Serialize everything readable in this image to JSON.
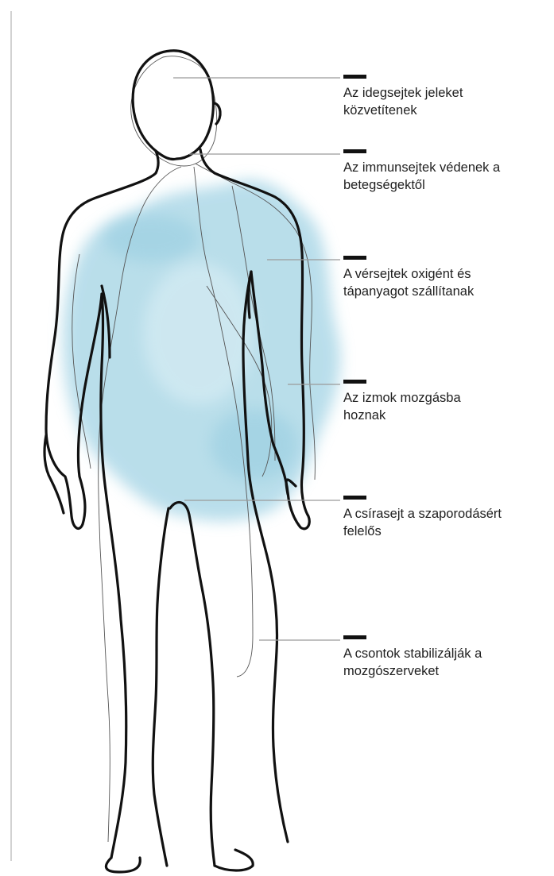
{
  "labels": [
    {
      "key": "nerve",
      "text": "Az idegsejtek jeleket\nközvetítenek"
    },
    {
      "key": "immune",
      "text": "Az immunsejtek védenek a\nbetegségektől"
    },
    {
      "key": "blood",
      "text": "A vérsejtek oxigént és\ntápanyagot szállítanak"
    },
    {
      "key": "muscle",
      "text": "Az izmok mozgásba\nhoznak"
    },
    {
      "key": "germ",
      "text": "A csírasejt a szaporodásért\nfelelős"
    },
    {
      "key": "bone",
      "text": "A csontok stabilizálják a\nmozgószerveket"
    }
  ],
  "colors": {
    "outline": "#111111",
    "leader": "#9a9a9a",
    "watercolor": "#a8d6e6",
    "rule": "#d2d2d2"
  }
}
